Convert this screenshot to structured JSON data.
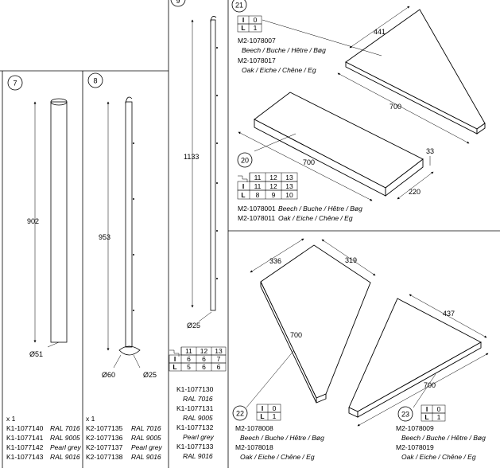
{
  "frames": {
    "p7": {
      "number": "7",
      "dims": {
        "length": "902",
        "diameter": "Ø51"
      },
      "qty": "x 1",
      "rows": [
        {
          "code": "K1-1077140",
          "color": "RAL 7016"
        },
        {
          "code": "K1-1077141",
          "color": "RAL 9005"
        },
        {
          "code": "K1-1077142",
          "color": "Pearl grey"
        },
        {
          "code": "K1-1077143",
          "color": "RAL 9016"
        }
      ]
    },
    "p8": {
      "number": "8",
      "dims": {
        "length": "953",
        "d1": "Ø60",
        "d2": "Ø25"
      },
      "qty": "x 1",
      "rows": [
        {
          "code": "K2-1077135",
          "color": "RAL 7016"
        },
        {
          "code": "K2-1077136",
          "color": "RAL 9005"
        },
        {
          "code": "K2-1077137",
          "color": "Pearl grey"
        },
        {
          "code": "K2-1077138",
          "color": "RAL 9016"
        }
      ]
    },
    "p9": {
      "number": "9",
      "dims": {
        "length": "1133",
        "diameter": "Ø25"
      },
      "table": {
        "header": [
          "11",
          "12",
          "13"
        ],
        "rows": [
          [
            "6",
            "6",
            "7"
          ],
          [
            "5",
            "6",
            "6"
          ]
        ]
      },
      "list": [
        "K1-1077130",
        "RAL 7016",
        "K1-1077131",
        "RAL 9005",
        "K1-1077132",
        "Pearl grey",
        "K1-1077133",
        "RAL 9016"
      ]
    },
    "p21": {
      "number": "21",
      "qty_table": [
        [
          "0"
        ],
        [
          "1"
        ]
      ],
      "dims": {
        "a": "441",
        "b": "700"
      },
      "code1": "M2-1078007",
      "wood1": "Beech / Buche / Hêtre / Bøg",
      "code2": "M2-1078017",
      "wood2": "Oak / Eiche / Chêne / Eg"
    },
    "p20": {
      "number": "20",
      "dims": {
        "length": "700",
        "width": "220",
        "thick": "33"
      },
      "table": {
        "header": [
          "11",
          "12",
          "13"
        ],
        "rows": [
          [
            "11",
            "12",
            "13"
          ],
          [
            "8",
            "9",
            "10"
          ]
        ]
      },
      "line1": "M2-1078001",
      "line1b": "Beech / Buche / Hêtre / Bøg",
      "line2": "M2-1078011",
      "line2b": "Oak / Eiche / Chêne / Eg"
    },
    "p22": {
      "number": "22",
      "dims": {
        "a": "336",
        "b": "319",
        "c": "700"
      },
      "qty_table": [
        [
          "0"
        ],
        [
          "1"
        ]
      ],
      "code1": "M2-1078008",
      "wood1": "Beech / Buche / Hêtre / Bøg",
      "code2": "M2-1078018",
      "wood2": "Oak / Eiche / Chêne / Eg"
    },
    "p23": {
      "number": "23",
      "dims": {
        "a": "437",
        "b": "700"
      },
      "qty_table": [
        [
          "0"
        ],
        [
          "1"
        ]
      ],
      "code1": "M2-1078009",
      "wood1": "Beech / Buche / Hêtre / Bøg",
      "code2": "M2-1078019",
      "wood2": "Oak / Eiche / Chêne / Eg"
    }
  }
}
